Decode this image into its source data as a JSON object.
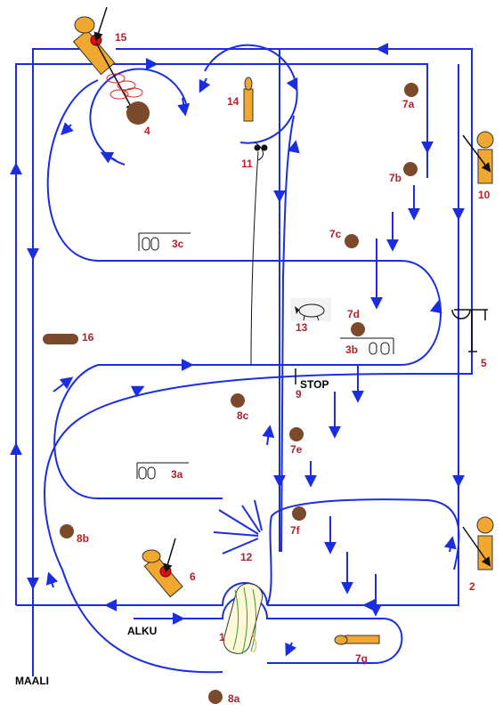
{
  "labels": {
    "start": "ALKU",
    "finish": "MAALI",
    "stop": "STOP"
  },
  "stations": [
    {
      "id": "1",
      "label": "1"
    },
    {
      "id": "2",
      "label": "2"
    },
    {
      "id": "3a",
      "label": "3a"
    },
    {
      "id": "3b",
      "label": "3b"
    },
    {
      "id": "3c",
      "label": "3c"
    },
    {
      "id": "4",
      "label": "4"
    },
    {
      "id": "5",
      "label": "5"
    },
    {
      "id": "6",
      "label": "6"
    },
    {
      "id": "7a",
      "label": "7a"
    },
    {
      "id": "7b",
      "label": "7b"
    },
    {
      "id": "7c",
      "label": "7c"
    },
    {
      "id": "7d",
      "label": "7d"
    },
    {
      "id": "7e",
      "label": "7e"
    },
    {
      "id": "7f",
      "label": "7f"
    },
    {
      "id": "7g",
      "label": "7g"
    },
    {
      "id": "8a",
      "label": "8a"
    },
    {
      "id": "8b",
      "label": "8b"
    },
    {
      "id": "8c",
      "label": "8c"
    },
    {
      "id": "9",
      "label": "9"
    },
    {
      "id": "10",
      "label": "10"
    },
    {
      "id": "11",
      "label": "11"
    },
    {
      "id": "12",
      "label": "12"
    },
    {
      "id": "13",
      "label": "13"
    },
    {
      "id": "14",
      "label": "14"
    },
    {
      "id": "15",
      "label": "15"
    },
    {
      "id": "16",
      "label": "16"
    }
  ],
  "colors": {
    "route": "#1a2de0",
    "label": "#b3202a",
    "target": "#7a4a2a",
    "figure": "#f0a830",
    "hit": "#e01010"
  }
}
